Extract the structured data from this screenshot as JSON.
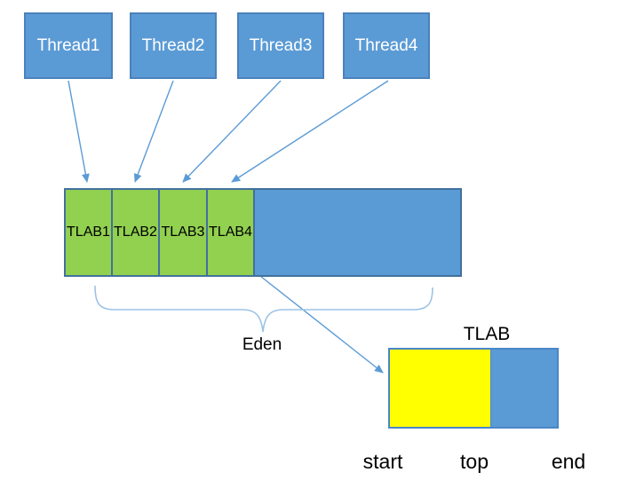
{
  "threads": [
    {
      "label": "Thread1"
    },
    {
      "label": "Thread2"
    },
    {
      "label": "Thread3"
    },
    {
      "label": "Thread4"
    }
  ],
  "eden_bar": {
    "tlab_cells": [
      {
        "label": "TLAB1"
      },
      {
        "label": "TLAB2"
      },
      {
        "label": "TLAB3"
      },
      {
        "label": "TLAB4"
      }
    ],
    "brace_label": "Eden"
  },
  "tlab_detail": {
    "title": "TLAB",
    "pointer_labels": [
      {
        "label": "start"
      },
      {
        "label": "top"
      },
      {
        "label": "end"
      }
    ]
  },
  "colors": {
    "box_blue": "#5b9bd5",
    "tlab_green": "#92d050",
    "allocated_yellow": "#ffff00",
    "border_blue": "#41719c",
    "arrow_blue": "#5b9bd5",
    "brace_blue": "#9dc3e6"
  }
}
